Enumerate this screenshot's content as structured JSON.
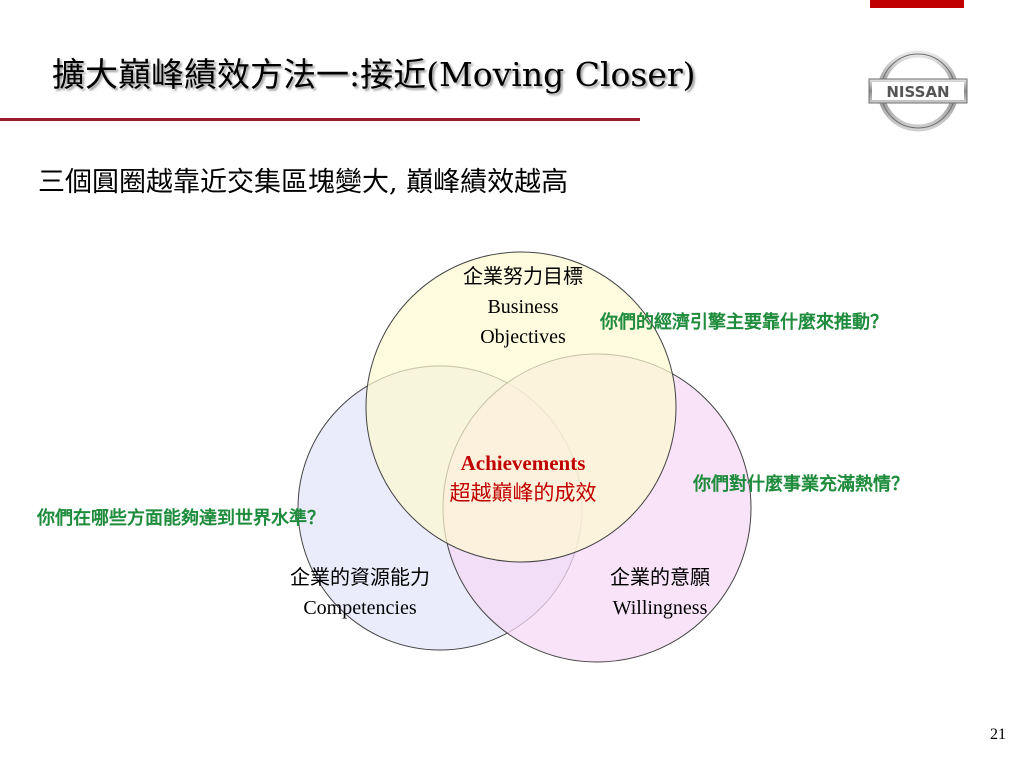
{
  "slide": {
    "title": "擴大巔峰績效方法一:接近(Moving Closer)",
    "subtitle": "三個圓圈越靠近交集區塊變大, 巔峰績效越高",
    "page_number": "21"
  },
  "logo": {
    "text": "NISSAN",
    "icon": "nissan-logo-icon"
  },
  "venn": {
    "circles": [
      {
        "zh": "企業努力目標",
        "en_line1": "Business",
        "en_line2": "Objectives",
        "color": "#fdfad0"
      },
      {
        "zh": "企業的資源能力",
        "en": "Competencies",
        "color": "#e4e6fa"
      },
      {
        "zh": "企業的意願",
        "en": "Willingness",
        "color": "#f6daf6"
      }
    ],
    "center": {
      "en": "Achievements",
      "zh": "超越巔峰的成效"
    },
    "questions": {
      "objectives": "你們的經濟引擎主要靠什麼來推動？",
      "willingness": "你們對什麼事業充滿熱情？",
      "competencies": "你們在哪些方面能夠達到世界水準？"
    }
  },
  "colors": {
    "accent": "#9b1c2c",
    "question_text": "#1e8c3c",
    "center_text": "#c00000"
  }
}
